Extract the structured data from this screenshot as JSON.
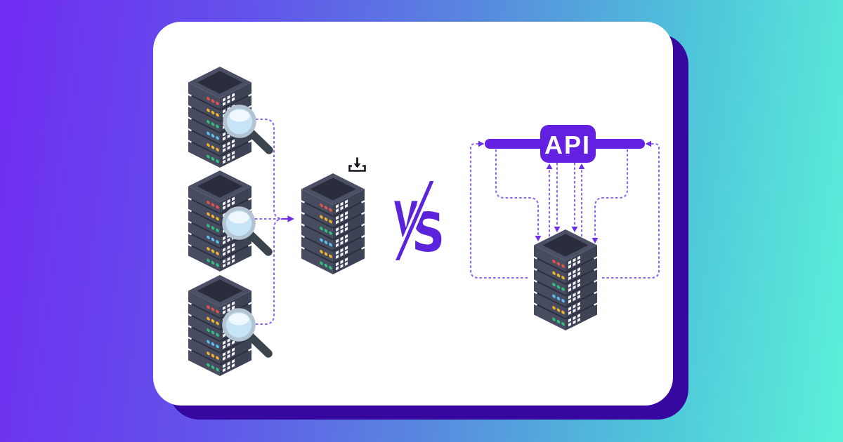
{
  "illustration": {
    "api_label": "API",
    "versus": {
      "v": "V",
      "s": "S"
    },
    "left_group": {
      "description": "web-scraping: three source servers inspected by magnifying glasses feeding one collector server",
      "source_server_count": 3,
      "magnifier_count": 3,
      "collector_server_count": 1
    },
    "right_group": {
      "description": "API access: request/response arrows between API bar and one server",
      "server_count": 1
    }
  },
  "palette": {
    "background_gradient_start": "#702bf2",
    "background_gradient_end": "#5bf0d8",
    "card_background": "#ffffff",
    "card_shadow": "#36089f",
    "api_purple": "#6420e0",
    "vs_purple": "#5b24da",
    "connector_line": "#8d66f2",
    "connector_arrow": "#6c2fe8",
    "server_left_face": "#484c61",
    "server_right_face": "#3e4255",
    "server_top_rim": "#4c5066",
    "server_top_panel": "#2a2d3c",
    "led_red": "#e85148",
    "led_yellow": "#f2b32c",
    "led_green": "#2fc17b",
    "led_blue": "#5bc0f0",
    "vent_white": "#f3f5f9",
    "lens_blue": "#c7e3f6",
    "lens_rim": "#b2c3d1",
    "magnifier_handle": "#3b454d",
    "download_icon": "#15151f"
  }
}
